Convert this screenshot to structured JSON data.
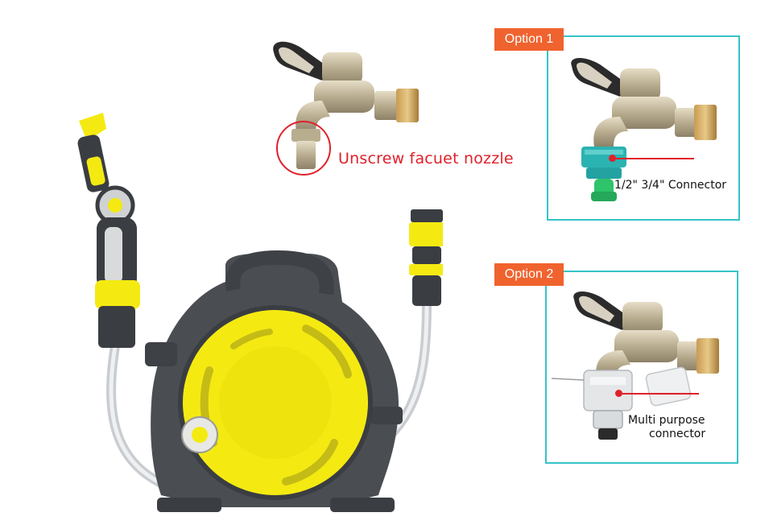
{
  "nozzle_caption": "Unscrew facuet nozzle",
  "option1": {
    "tag": "Option 1",
    "connector_label": "1/2\" 3/4\" Connector"
  },
  "option2": {
    "tag": "Option 2",
    "connector_label_line1": "Multi purpose",
    "connector_label_line2": "connector"
  },
  "colors": {
    "tag_orange": "#f0632e",
    "frame_cyan": "#35c3c8",
    "callout_red": "#e0202a",
    "reel_yellow": "#f4ea12",
    "reel_gray": "#4a4d52"
  }
}
